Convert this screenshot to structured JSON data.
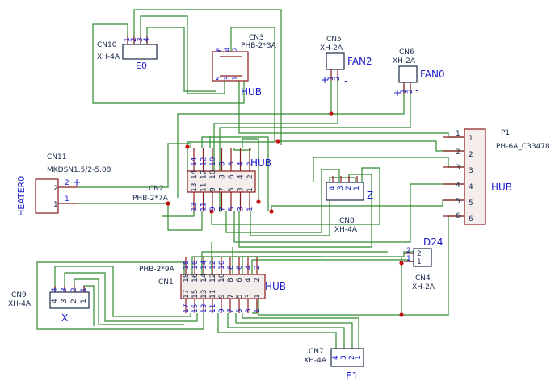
{
  "colors": {
    "wire": "#2e8b2e",
    "body": "#8b1a1a",
    "pin": "#8b1a1a",
    "blue": "#1a1acc",
    "dark": "#1a2a4a",
    "fill": "#f5ecec",
    "junction": "#c01010"
  },
  "connectors": {
    "cn10": {
      "ref": "CN10",
      "part": "XH-4A",
      "net": "E0",
      "pins": [
        "1",
        "2",
        "3",
        "4"
      ]
    },
    "cn3": {
      "ref": "CN3",
      "part": "PHB-2*3A",
      "net": "HUB",
      "top": [
        "6",
        "4",
        "2"
      ],
      "bot": [
        "5",
        "3",
        "1"
      ]
    },
    "cn5": {
      "ref": "CN5",
      "part": "XH-2A",
      "net": "FAN2",
      "pins": [
        "1",
        "2"
      ],
      "plus": "+",
      "minus": "-"
    },
    "cn6": {
      "ref": "CN6",
      "part": "XH-2A",
      "net": "FAN0",
      "pins": [
        "1",
        "2"
      ],
      "plus": "+",
      "minus": "-"
    },
    "p1": {
      "ref": "P1",
      "part": "PH-6A_C33478",
      "net": "HUB",
      "pins": [
        "1",
        "2",
        "3",
        "4",
        "5",
        "6"
      ]
    },
    "cn11": {
      "ref": "CN11",
      "part": "MKDSN1.5/2-5.08",
      "net": "HEATER0",
      "pins": [
        "2",
        "1"
      ],
      "plus": "+",
      "minus": "-"
    },
    "cn2": {
      "ref": "CN2",
      "part": "PHB-2*7A",
      "net": "HUB",
      "top": [
        "14",
        "12",
        "10",
        "8",
        "6",
        "4",
        "2"
      ],
      "bot": [
        "13",
        "11",
        "9",
        "7",
        "5",
        "3",
        "1"
      ]
    },
    "cn8": {
      "ref": "CN8",
      "part": "XH-4A",
      "net": "Z",
      "pins": [
        "4",
        "3",
        "2",
        "1"
      ]
    },
    "cn4": {
      "ref": "CN4",
      "part": "XH-2A",
      "net": "D24",
      "pins": [
        "2",
        "1"
      ]
    },
    "cn1": {
      "ref": "CN1",
      "part": "PHB-2*9A",
      "net": "HUB",
      "top": [
        "18",
        "16",
        "14",
        "12",
        "10",
        "8",
        "6",
        "4",
        "2"
      ],
      "bot": [
        "17",
        "15",
        "13",
        "11",
        "9",
        "7",
        "5",
        "3",
        "1"
      ]
    },
    "cn9": {
      "ref": "CN9",
      "part": "XH-4A",
      "net": "X",
      "pins": [
        "4",
        "3",
        "2",
        "1"
      ]
    },
    "cn7": {
      "ref": "CN7",
      "part": "XH-4A",
      "net": "E1",
      "pins": [
        "4",
        "3",
        "2",
        "1"
      ]
    }
  }
}
